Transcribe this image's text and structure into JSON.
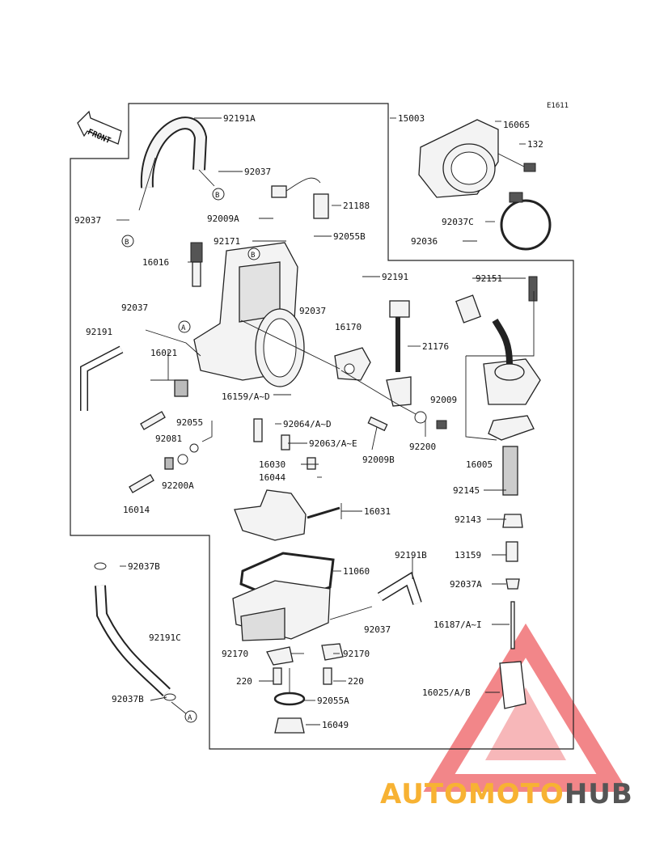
{
  "diagram_code": "E1611",
  "front_label": "FRONT",
  "watermark": {
    "part1": "AUTOMOTO",
    "part2": "HUB",
    "color_red": "#e8242a",
    "color_orange": "#f7b233",
    "color_gray": "#555555"
  },
  "labels": {
    "p92191A": "92191A",
    "p15003": "15003",
    "p16065": "16065",
    "p132": "132",
    "p92037_a": "92037",
    "p21188": "21188",
    "p92037_b": "92037",
    "p92009A": "92009A",
    "p92055B": "92055B",
    "p92037C": "92037C",
    "p92171": "92171",
    "p92036": "92036",
    "p16016": "16016",
    "p92191": "92191",
    "p92151": "92151",
    "p92037_c": "92037",
    "p92037_d": "92037",
    "p16170": "16170",
    "p92191_b": "92191",
    "p21176": "21176",
    "p16021": "16021",
    "p92009": "92009",
    "p16159": "16159/A~D",
    "p92055": "92055",
    "p92064": "92064/A~D",
    "p92200": "92200",
    "p92081": "92081",
    "p92063": "92063/A~E",
    "p92009B": "92009B",
    "p16005": "16005",
    "p16030": "16030",
    "p92200A": "92200A",
    "p16044": "16044",
    "p92145": "92145",
    "p16014": "16014",
    "p16031": "16031",
    "p92143": "92143",
    "p13159": "13159",
    "p92037B_a": "92037B",
    "p11060": "11060",
    "p92191B": "92191B",
    "p92037A": "92037A",
    "p92037_e": "92037",
    "p92191C": "92191C",
    "p16187": "16187/A~I",
    "p92170_a": "92170",
    "p92170_b": "92170",
    "p220_a": "220",
    "p220_b": "220",
    "p16025": "16025/A/B",
    "p92037B_b": "92037B",
    "p92055A": "92055A",
    "p16049": "16049",
    "ref_A1": "A",
    "ref_A2": "A",
    "ref_B1": "B",
    "ref_B2": "B",
    "ref_B3": "B"
  }
}
